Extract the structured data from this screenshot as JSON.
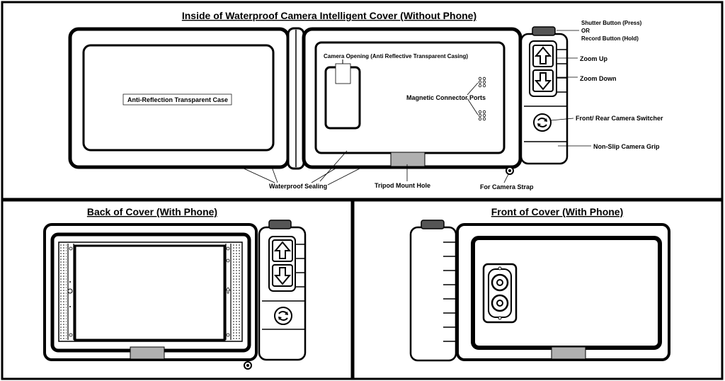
{
  "panels": {
    "inside": {
      "title": "Inside of Waterproof Camera Intelligent Cover (Without Phone)",
      "labels": {
        "anti_reflection_case": "Anti-Reflection Transparent Case",
        "camera_opening": "Camera Opening (Anti Reflective Transparent Casing)",
        "magnetic_ports": "Magnetic Connector Ports",
        "shutter_line1": "Shutter Button (Press)",
        "shutter_line2": "OR",
        "shutter_line3": "Record Button (Hold)",
        "zoom_up": "Zoom Up",
        "zoom_down": "Zoom Down",
        "switcher": "Front/ Rear Camera Switcher",
        "grip": "Non-Slip Camera Grip",
        "sealing": "Waterproof Sealing",
        "tripod": "Tripod Mount Hole",
        "strap": "For Camera Strap"
      }
    },
    "back": {
      "title": "Back of Cover (With Phone)"
    },
    "front": {
      "title": "Front of Cover (With Phone)"
    }
  },
  "colors": {
    "stroke": "#000000",
    "background": "#ffffff",
    "mount": "#b0b0b0",
    "grip": "#555555"
  }
}
